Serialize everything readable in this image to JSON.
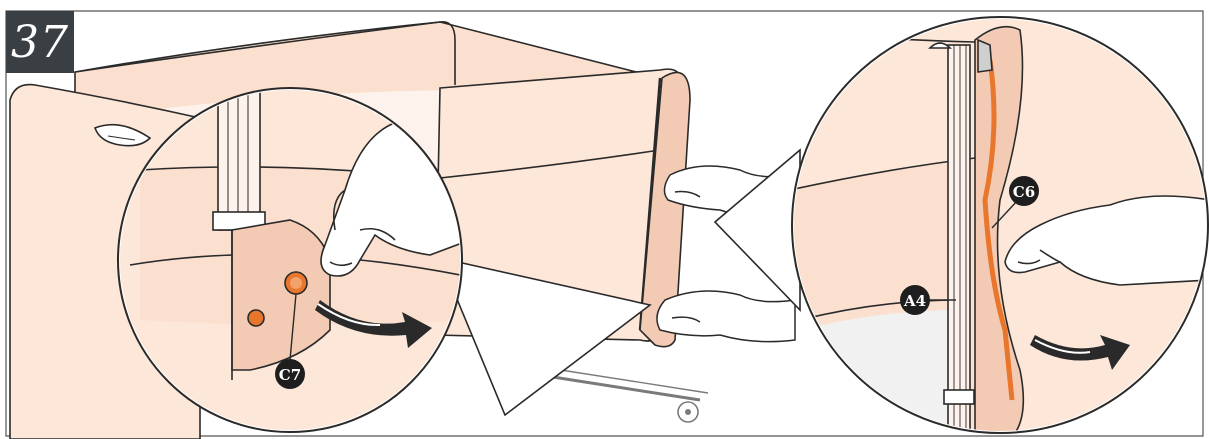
{
  "step": {
    "number": "37"
  },
  "callouts": {
    "left_detail": {
      "label": "C7"
    },
    "right_detail_top": {
      "label": "C6"
    },
    "right_detail_bottom": {
      "label": "A4"
    }
  },
  "colors": {
    "fabric": "#fce7d9",
    "fabric_shadow": "#f3cbb4",
    "accent_orange": "#e8762c",
    "outline": "#2a2a2a",
    "frame_gray": "#7a7a7a",
    "badge_bg": "#3a3f44"
  },
  "icons": [
    "hand-icon",
    "arrow-icon",
    "button-icon"
  ]
}
